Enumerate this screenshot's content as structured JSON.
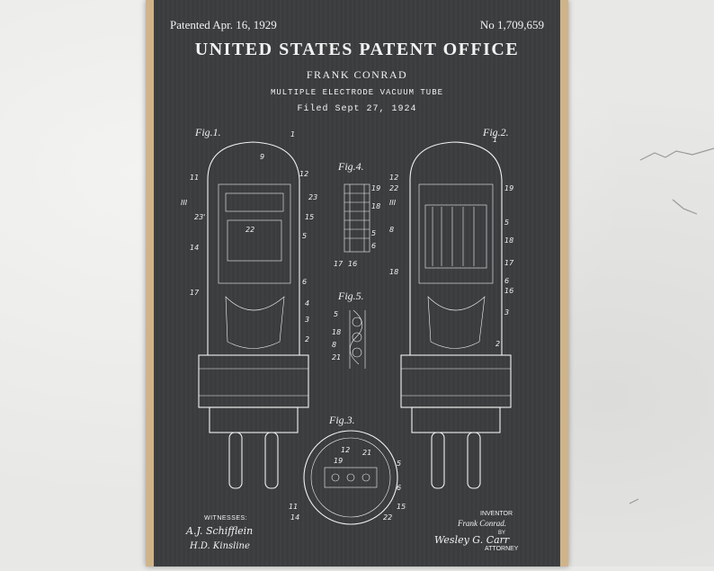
{
  "poster": {
    "patented": "Patented Apr. 16, 1929",
    "number": "No 1,709,659",
    "office": "UNITED STATES PATENT OFFICE",
    "inventor_name": "FRANK CONRAD",
    "subject": "MULTIPLE ELECTRODE VACUUM TUBE",
    "filed": "Filed Sept 27, 1924",
    "figures": [
      "Fig.1.",
      "Fig.2.",
      "Fig.4.",
      "Fig.5.",
      "Fig.3."
    ],
    "witnesses_label": "WITNESSES:",
    "witness_sig_1": "A.J. Schifflein",
    "witness_sig_2": "H.D. Kinsline",
    "inventor_label": "INVENTOR",
    "inventor_sig": "Frank Conrad.",
    "by_label": "BY",
    "attorney_sig": "Wesley G. Carr",
    "attorney_label": "ATTORNEY"
  },
  "colors": {
    "poster_bg": "#3b3d3f",
    "frame": "#cfb48a",
    "wall": "#e8e8e6",
    "ink": "#f2f2f2"
  }
}
